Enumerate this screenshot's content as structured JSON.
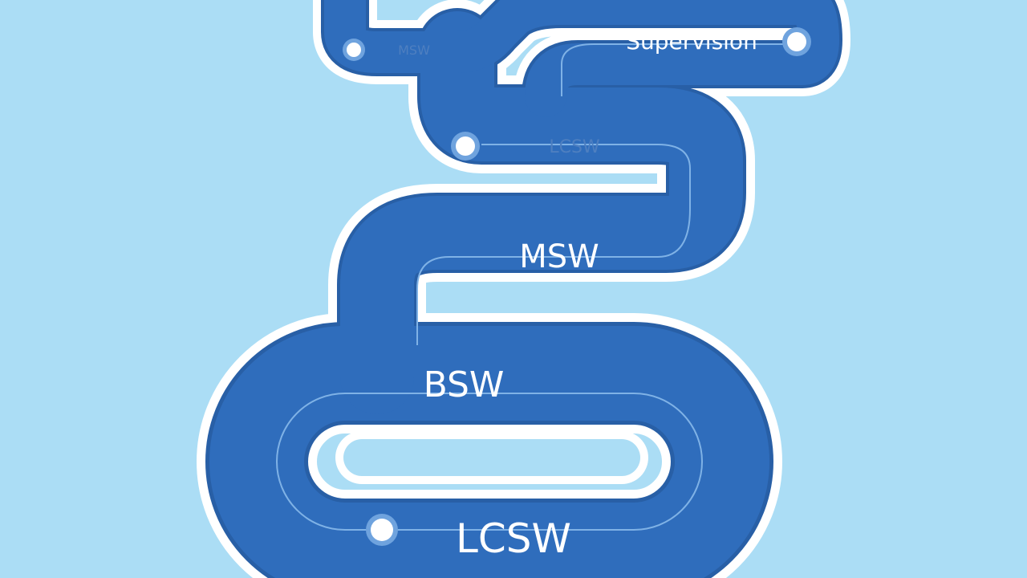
{
  "colors": {
    "background": "#ABDDF5",
    "path_blue": "#2F6DBC",
    "path_blue_dark": "#285FA6",
    "path_outline": "#FFFFFF",
    "center_line": "#7FB2E6",
    "label_text": "#FFFFFF",
    "faint_label": "#4E7FC0",
    "node_fill": "#FFFFFF",
    "node_ring": "#6FA3DE"
  },
  "labels": {
    "supervision": "Supervision",
    "lcsw_small": "LCSW",
    "faint_top": "MSW",
    "msw": "MSW",
    "bsw": "BSW",
    "lcsw": "LCSW"
  },
  "icons": {
    "node": "circle-node-icon"
  }
}
